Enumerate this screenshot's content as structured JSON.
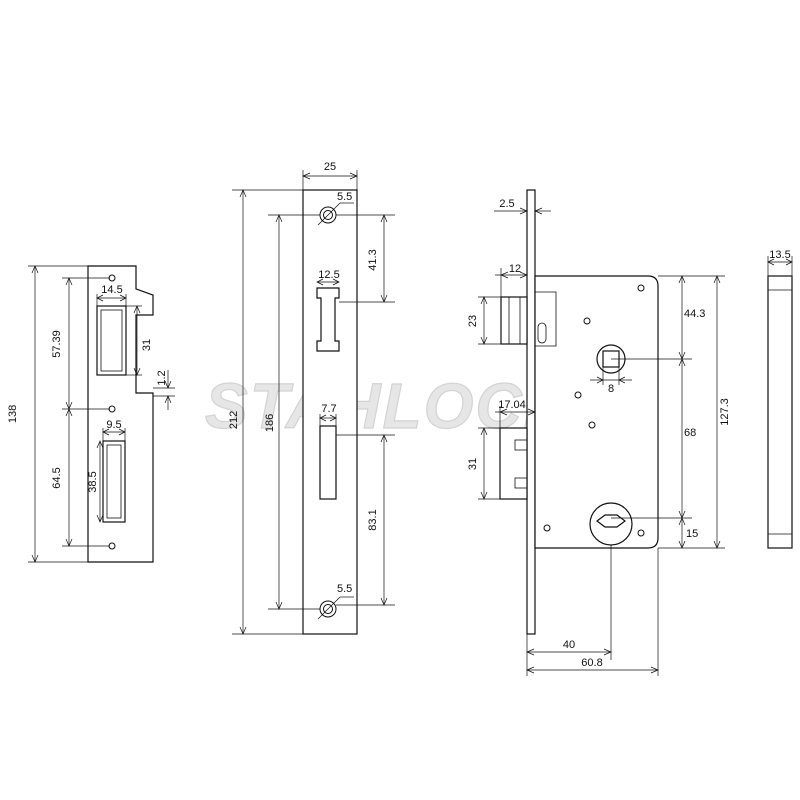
{
  "watermark": {
    "text": "STAHLOCK",
    "color": "#e6e6e6"
  },
  "dimensions": {
    "strike_total_height": "138",
    "strike_upper_span": "57.39",
    "strike_lower_span": "64.5",
    "strike_slot_width": "14.5",
    "strike_slot_height": "31",
    "strike_step": "1.2",
    "strike_lower_slot_width": "9.5",
    "strike_lower_slot_height": "38.5",
    "faceplate_width": "25",
    "faceplate_screw_top": "5.5",
    "faceplate_screw_bottom": "5.5",
    "faceplate_total": "212",
    "faceplate_screw_span": "186",
    "faceplate_upper_offset": "41.3",
    "faceplate_latch_width": "12.5",
    "faceplate_bolt_width": "7.7",
    "faceplate_lower_offset": "83.1",
    "body_plate_thickness": "2.5",
    "body_latch_projection": "12",
    "body_latch_height": "23",
    "body_bolt_projection": "17.04",
    "body_bolt_height": "31",
    "body_top_to_follower": "44.3",
    "body_follower_square": "8",
    "body_center_distance": "68",
    "body_height": "127.3",
    "body_bottom_offset": "15",
    "body_backset": "40",
    "body_depth": "60.8",
    "side_thickness": "13.5"
  }
}
